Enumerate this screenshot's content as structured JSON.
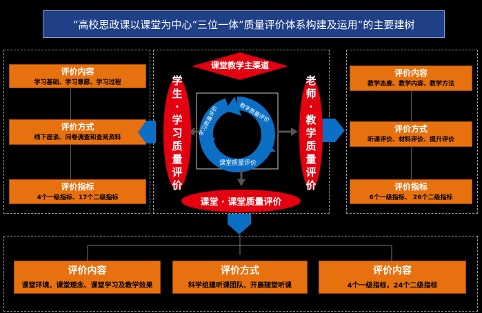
{
  "title": "“高校思政课以课堂为中心“三位一体”质量评价体系构建及运用”的主要建树",
  "left": {
    "items": [
      {
        "h": "评价内容",
        "s": "学习基础、学习意愿、学习过程"
      },
      {
        "h": "评价方式",
        "s": "线下座谈、问卷调查和查阅资料"
      },
      {
        "h": "评价指标",
        "s": "4个一级指标、17个二级指标"
      }
    ]
  },
  "right": {
    "items": [
      {
        "h": "评价内容",
        "s": "教学态度、教学内容、教学方法"
      },
      {
        "h": "评价方式",
        "s": "听课评价、材料评价、提升评价"
      },
      {
        "h": "评价指标",
        "s": "6个一级指标、 26个二级指标"
      }
    ]
  },
  "center": {
    "diamond": "课堂教学主渠道",
    "left_oval": [
      "学",
      "生",
      "·",
      "学",
      "习",
      "质",
      "量",
      "评",
      "价"
    ],
    "right_oval": [
      "老",
      "师",
      "·",
      "教",
      "学",
      "质",
      "量",
      "评",
      "价"
    ],
    "bottom_oval": "课堂 · 课堂质量评价",
    "cycle": {
      "a": "教学质量评价",
      "b": "学习质量评价",
      "c": "课堂质量评价"
    }
  },
  "bottom": {
    "items": [
      {
        "h": "评价内容",
        "s": "课堂环境、课堂理念、课堂学习及教学效果"
      },
      {
        "h": "评价方式",
        "s": "科学组建听课团队、开展随堂听课"
      },
      {
        "h": "评价内容",
        "s": "4个一级指标，24个二级指标"
      }
    ]
  },
  "colors": {
    "orange": "#e8710f",
    "red": "#e3000f",
    "blue": "#0b6fc6",
    "title_bg": "#1f3f86"
  }
}
